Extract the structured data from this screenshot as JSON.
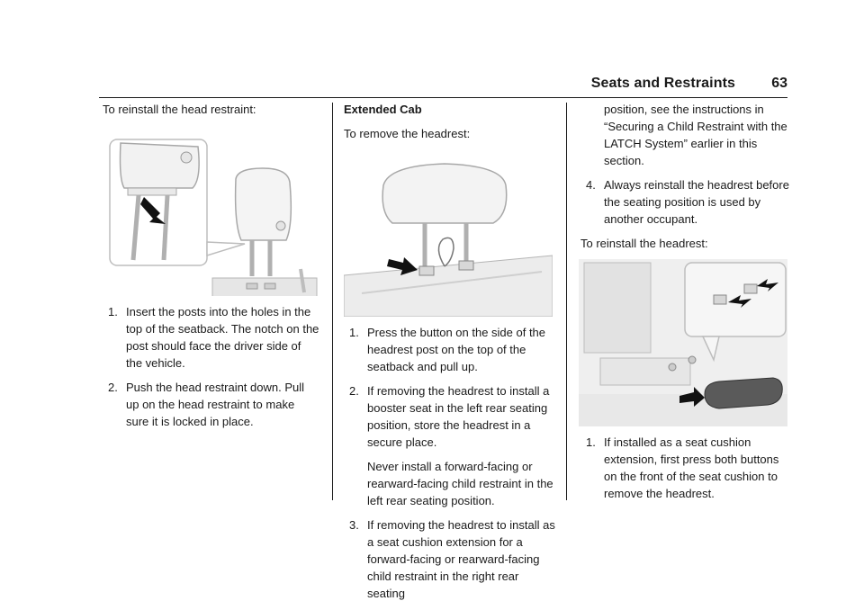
{
  "header": {
    "section": "Seats and Restraints",
    "page_number": "63"
  },
  "col1": {
    "intro": "To reinstall the head restraint:",
    "figure_icon": "head-restraint-reinstall-illustration",
    "steps": [
      {
        "num": "1.",
        "text": "Insert the posts into the holes in the top of the seatback. The notch on the post should face the driver side of the vehicle."
      },
      {
        "num": "2.",
        "text": "Push the head restraint down. Pull up on the head restraint to make sure it is locked in place."
      }
    ]
  },
  "col2": {
    "heading": "Extended Cab",
    "intro": "To remove the headrest:",
    "figure_icon": "headrest-removal-illustration",
    "steps": [
      {
        "num": "1.",
        "text": "Press the button on the side of the headrest post on the top of the seatback and pull up."
      },
      {
        "num": "2.",
        "text": "If removing the headrest to install a booster seat in the left rear seating position, store the headrest in a secure place."
      },
      {
        "num": "3.",
        "text": "If removing the headrest to install as a seat cushion extension for a forward-facing or rearward-facing child restraint in the right rear seating"
      }
    ],
    "note": "Never install a forward-facing or rearward-facing child restraint in the left rear seating position."
  },
  "col3": {
    "continued": "position, see the instructions in “Securing a Child Restraint with the LATCH System” earlier in this section.",
    "step4": {
      "num": "4.",
      "text": "Always reinstall the headrest before the seating position is used by another occupant."
    },
    "intro": "To reinstall the headrest:",
    "figure_icon": "headrest-cushion-extension-illustration",
    "step1": {
      "num": "1.",
      "text": "If installed as a seat cushion extension, first press both buttons on the front of the seat cushion to remove the headrest."
    }
  }
}
